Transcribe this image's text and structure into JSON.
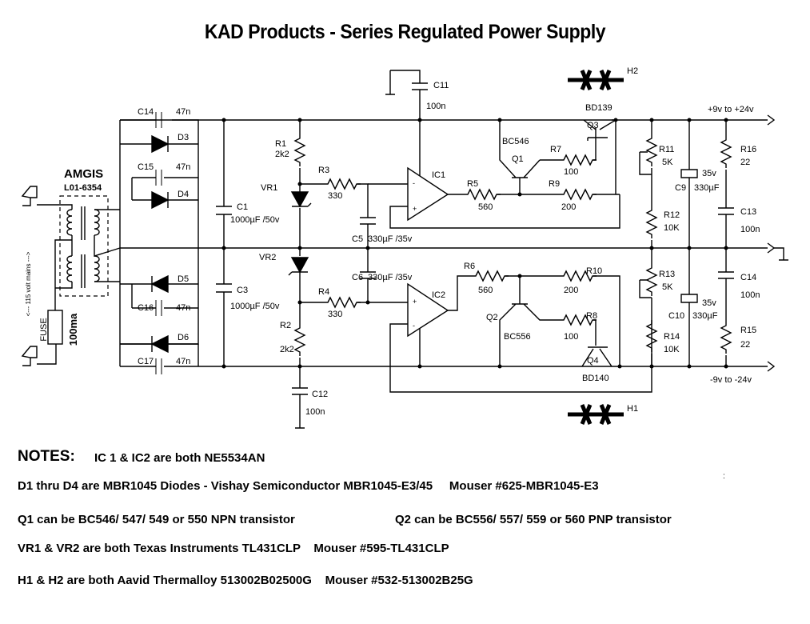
{
  "title": "KAD Products - Series Regulated Power Supply",
  "labels": {
    "C14": "C14",
    "C14v": "47n",
    "D3": "D3",
    "C15": "C15",
    "C15v": "47n",
    "D4": "D4",
    "D5": "D5",
    "C16": "C16",
    "C16v": "47n",
    "D6": "D6",
    "C17": "C17",
    "C17v": "47n",
    "transformer": "AMGIS",
    "transformer_part": "L01-6354",
    "mains": "<--- 115 volt mains --->",
    "fuse": "FUSE",
    "fuse_v": "100ma",
    "C1": "C1",
    "C1v": "1000µF /50v",
    "C3": "C3",
    "C3v": "1000µF /50v",
    "R1": "R1",
    "R1v": "2k2",
    "R2": "R2",
    "R2v": "2k2",
    "VR1": "VR1",
    "VR2": "VR2",
    "R3": "R3",
    "R3v": "330",
    "R4": "R4",
    "R4v": "330",
    "C5": "C5",
    "C5v": "330µF /35v",
    "C6": "C6",
    "C6v": "330µF /35v",
    "C11": "C11",
    "C11v": "100n",
    "C12": "C12",
    "C12v": "100n",
    "IC1": "IC1",
    "IC2": "IC2",
    "R5": "R5",
    "R5v": "560",
    "R6": "R6",
    "R6v": "560",
    "Q1": "Q1",
    "Q1t": "BC546",
    "Q2": "Q2",
    "Q2t": "BC556",
    "R7": "R7",
    "R7v": "100",
    "R8": "R8",
    "R8v": "100",
    "R9": "R9",
    "R9v": "200",
    "R10": "R10",
    "R10v": "200",
    "Q3": "Q3",
    "Q3t": "BD139",
    "Q4": "Q4",
    "Q4t": "BD140",
    "H2": "H2",
    "H1": "H1",
    "R11": "R11",
    "R11v": "5K",
    "R12": "R12",
    "R12v": "10K",
    "R13": "R13",
    "R13v": "5K",
    "R14": "R14",
    "R14v": "10K",
    "C9": "C9",
    "C9v": "330µF",
    "C9volt": "35v",
    "C10": "C10",
    "C10v": "330µF",
    "C10volt": "35v",
    "R16": "R16",
    "R16v": "22",
    "R15": "R15",
    "R15v": "22",
    "C13": "C13",
    "C13v": "100n",
    "C14b": "C14",
    "C14bv": "100n",
    "out_pos": "+9v to +24v",
    "out_neg": "-9v to -24v",
    "plus": "+"
  },
  "notes": {
    "heading": "NOTES:",
    "n1": "IC 1 & IC2 are both NE5534AN",
    "n2": "D1 thru D4 are MBR1045 Diodes - Vishay Semiconductor MBR1045-E3/45     Mouser #625-MBR1045-E3",
    "n3a": "Q1 can be BC546/ 547/ 549 or 550 NPN transistor",
    "n3b": "Q2 can be BC556/ 557/ 559 or 560 PNP transistor",
    "n4": "VR1 & VR2 are both Texas Instruments TL431CLP    Mouser #595-TL431CLP",
    "n5": "H1 & H2 are both Aavid Thermalloy 513002B02500G    Mouser #532-513002B25G",
    "dot": ":"
  }
}
